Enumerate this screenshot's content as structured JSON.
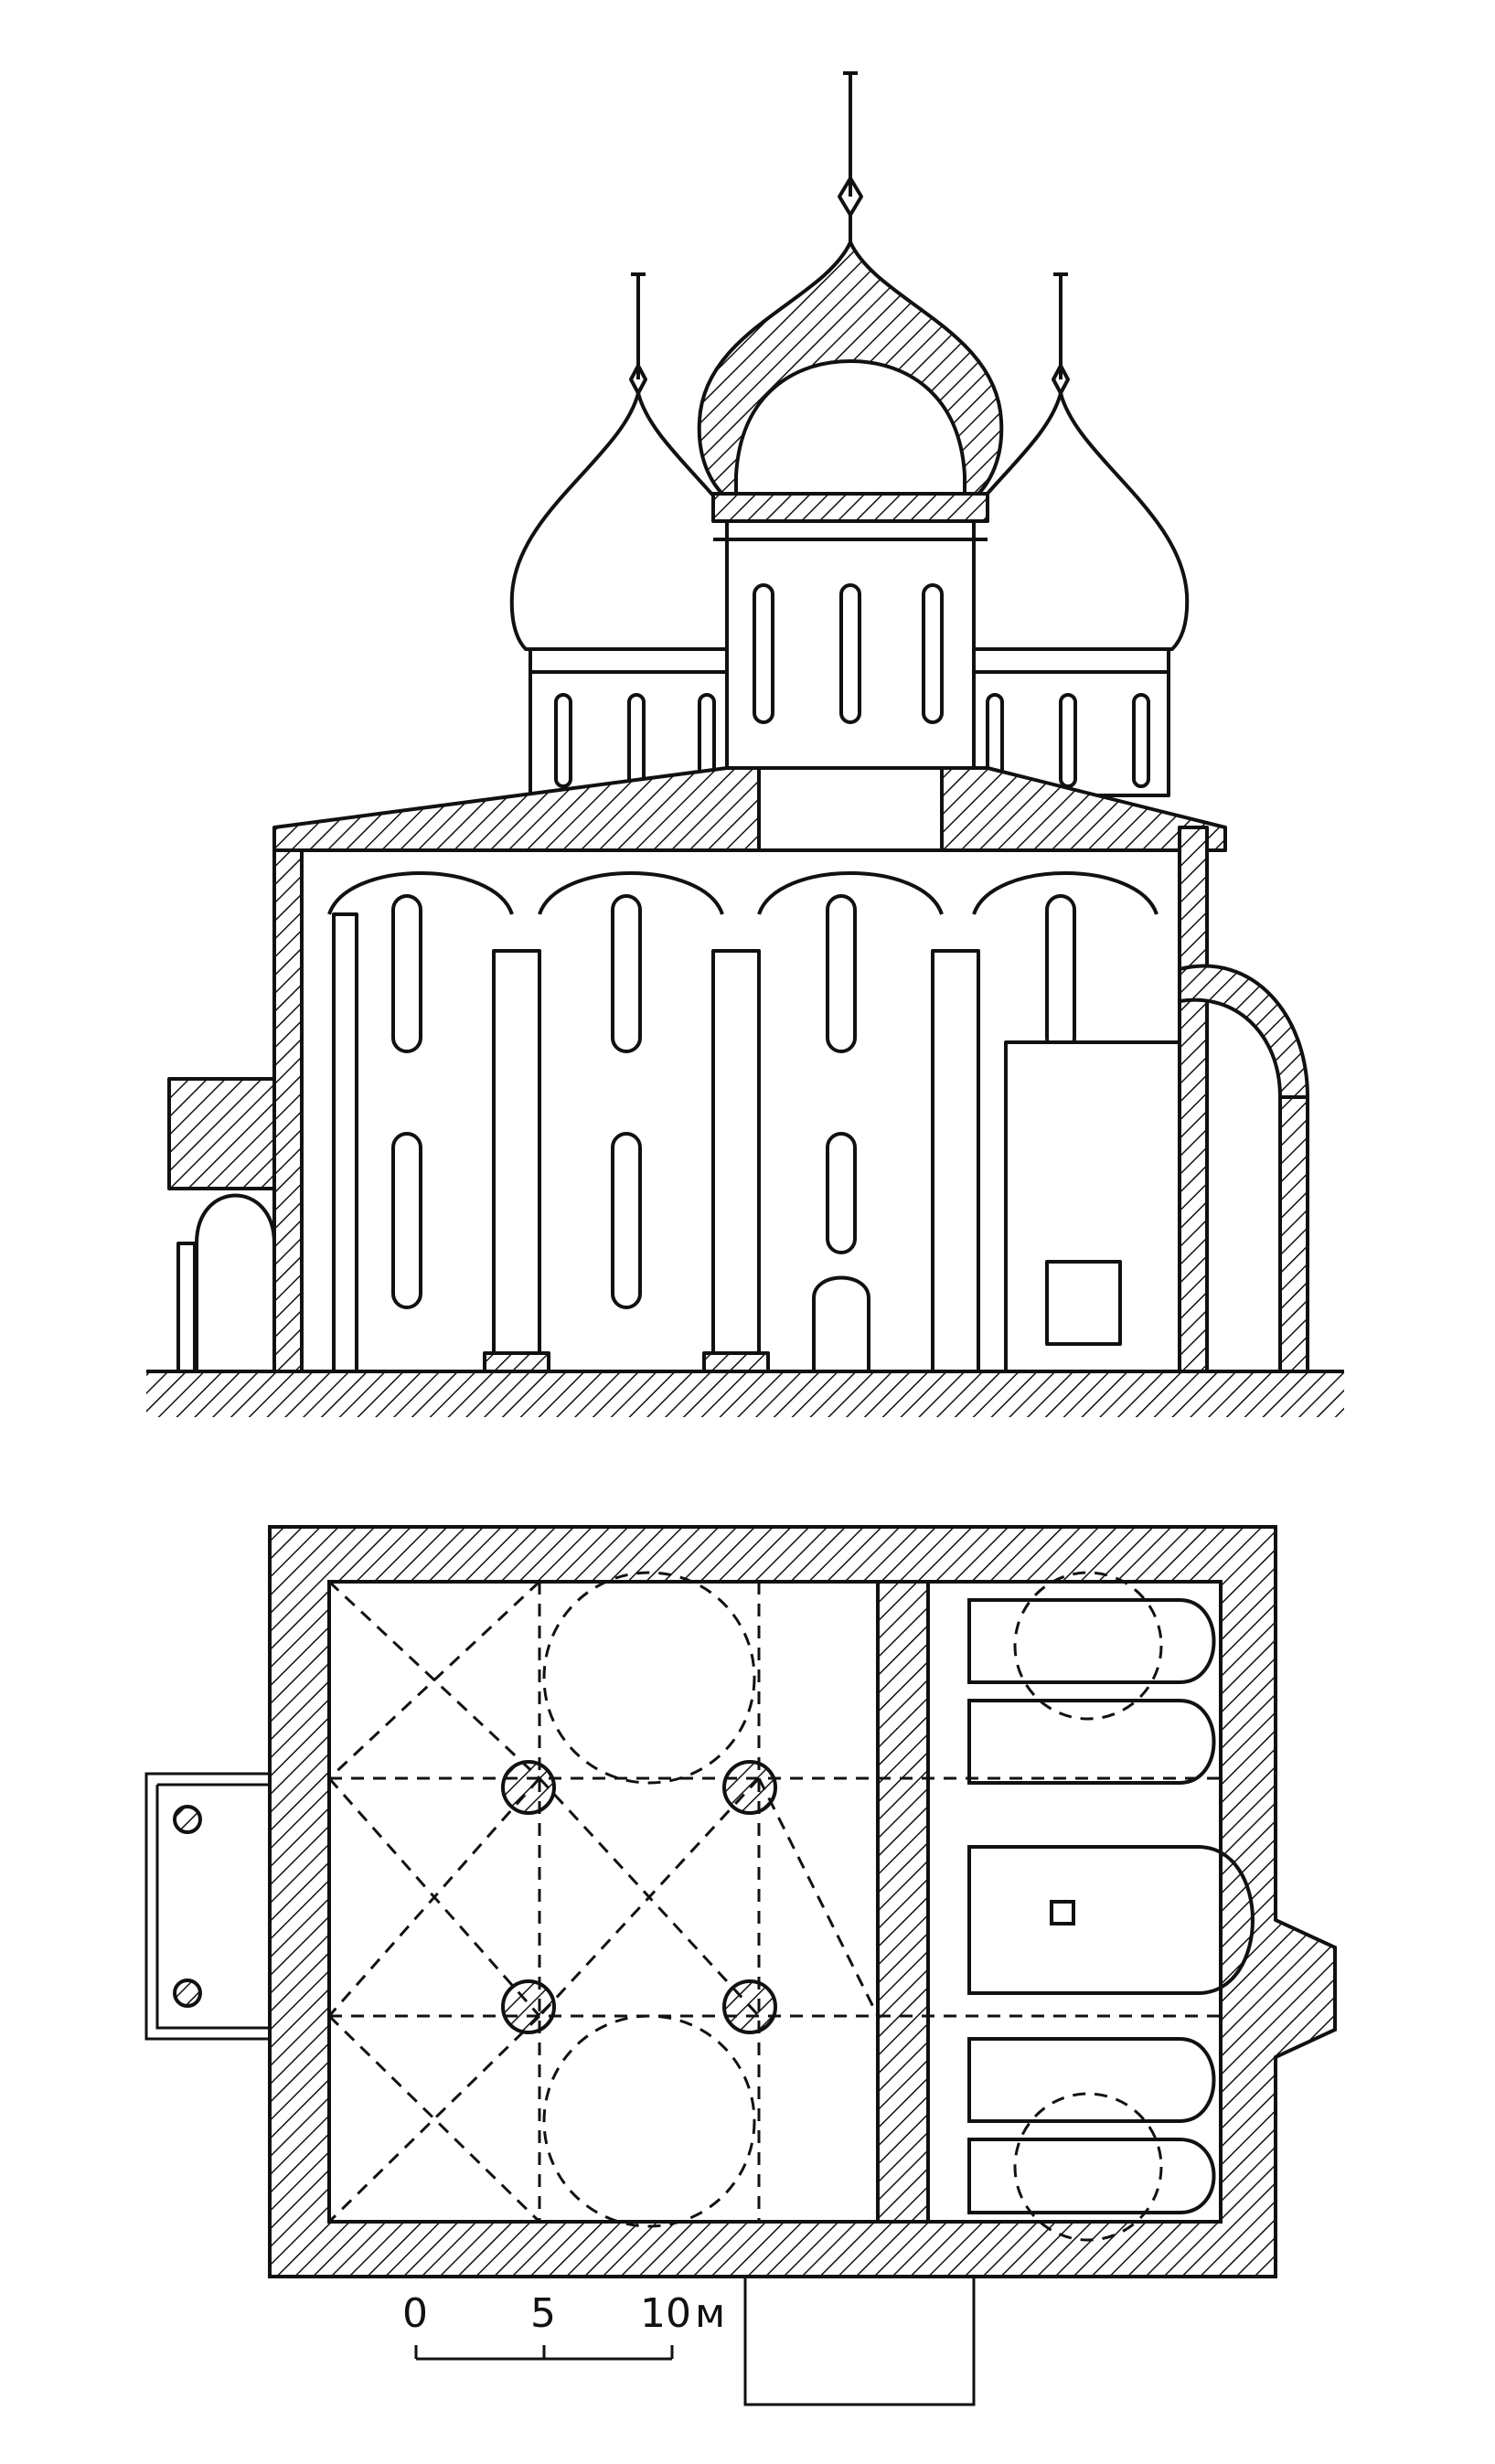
{
  "figure": {
    "section_view": "section",
    "plan_view": "plan",
    "ink_color": "#111111",
    "paper_color": "#ffffff"
  },
  "scale_bar": {
    "ticks": [
      "0",
      "5",
      "10"
    ],
    "unit": "м"
  }
}
